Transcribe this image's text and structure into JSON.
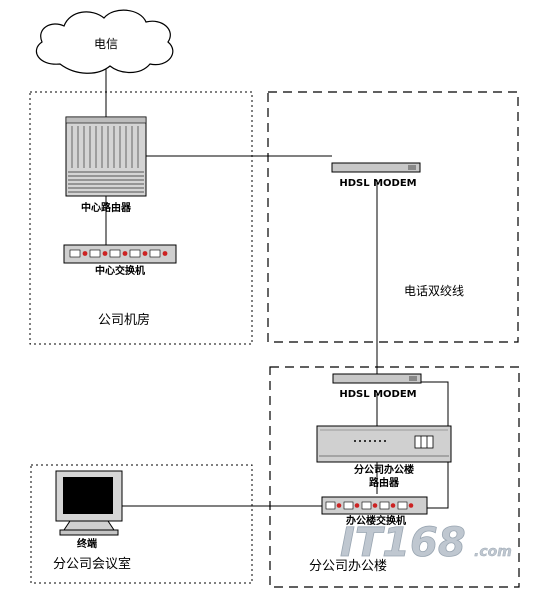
{
  "nodes": {
    "cloud": {
      "label": "电信"
    },
    "central_router": {
      "label": "中心路由器"
    },
    "central_switch": {
      "label": "中心交换机"
    },
    "hq_room": {
      "label": "公司机房"
    },
    "hdsl_modem_top": {
      "label": "HDSL MODEM"
    },
    "phone_line": {
      "label": "电话双绞线"
    },
    "hdsl_modem_bottom": {
      "label": "HDSL MODEM"
    },
    "branch_router": {
      "label_line1": "分公司办公楼",
      "label_line2": "路由器"
    },
    "branch_switch": {
      "label": "办公楼交换机"
    },
    "terminal": {
      "label": "终端"
    },
    "meeting_room": {
      "label": "分公司会议室"
    },
    "branch_building": {
      "label": "分公司办公楼"
    }
  },
  "watermark": {
    "main": "IT168",
    "suffix": ".com"
  },
  "colors": {
    "line": "#000000",
    "device": "#c8c8c8",
    "watermark": "#b9c2cc",
    "port_red": "#cc2222"
  }
}
